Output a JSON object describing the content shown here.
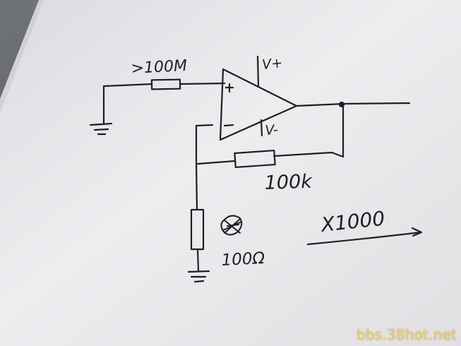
{
  "sketch": {
    "input_resistor_label": ">100M",
    "plus_label": "V+",
    "minus_label": "V-",
    "noninverting_sign": "+",
    "inverting_sign": "−",
    "feedback_resistor_label": "100k",
    "ground_resistor_label": "100Ω",
    "gain_label": "X1000"
  },
  "watermark": {
    "text": "bbs.38hot.net"
  },
  "colors": {
    "ink": "#1f1f24",
    "paper": "#e9e7ea",
    "watermark": "#f2d25c"
  }
}
